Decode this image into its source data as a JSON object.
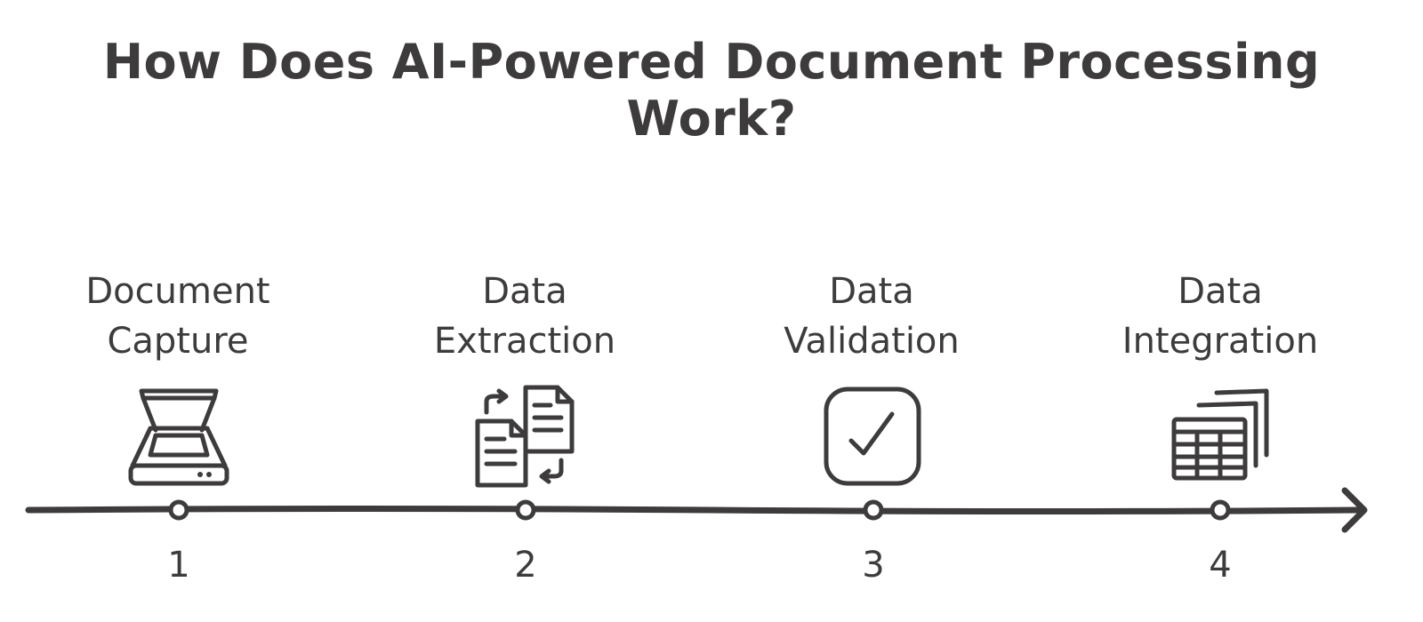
{
  "title": {
    "line1": "How Does AI-Powered Document Processing",
    "line2": "Work?"
  },
  "steps": [
    {
      "number": "1",
      "label_line1": "Document",
      "label_line2": "Capture",
      "icon": "scanner-icon"
    },
    {
      "number": "2",
      "label_line1": "Data",
      "label_line2": "Extraction",
      "icon": "document-transfer-icon"
    },
    {
      "number": "3",
      "label_line1": "Data",
      "label_line2": "Validation",
      "icon": "checkbox-icon"
    },
    {
      "number": "4",
      "label_line1": "Data",
      "label_line2": "Integration",
      "icon": "spreadsheet-stack-icon"
    }
  ],
  "colors": {
    "ink": "#3d3b3c",
    "background": "#ffffff"
  }
}
